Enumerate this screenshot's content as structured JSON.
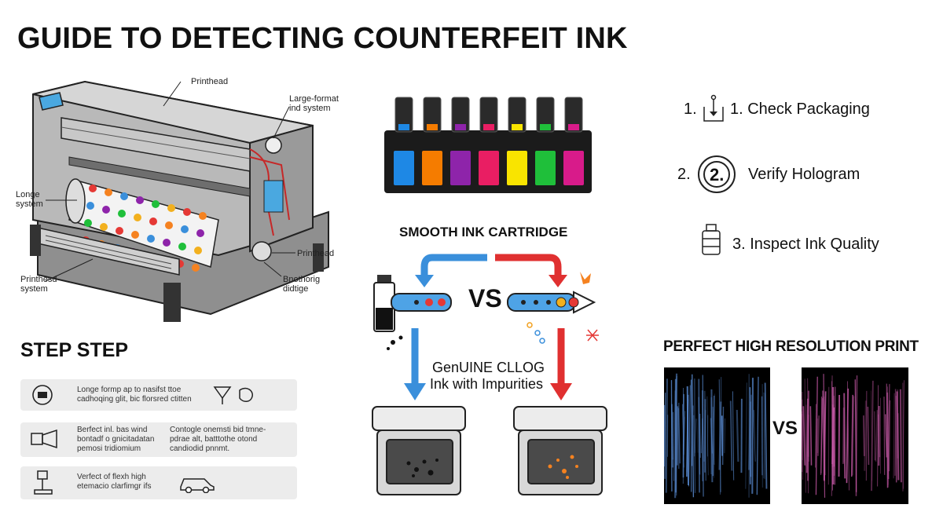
{
  "title": "GUIDE TO DETECTING COUNTERFEIT INK",
  "printer_labels": {
    "printhead_top": "Printhead",
    "large_format": "Large-format\nind system",
    "longe_system": "Longe\nsystem",
    "printhead_right": "Printhead",
    "printhead_system": "Printhesd\nsystem",
    "breathing": "Bnothorig\ndidtige"
  },
  "steps": {
    "title": "STEP STEP",
    "rows": [
      {
        "text_a": "Longe formp ap to nasifst ttoe\ncadhoqing glit, bic florsred ctitten",
        "text_b": "",
        "icon_a": "printer-badge-icon",
        "icon_b": "download-funnel-icon"
      },
      {
        "text_a": "Berfect inl. bas wind\nbontadf o gnicitadatan\npemosi tridiomium",
        "text_b": "Contogle onemsti bid tmne-\npdrae alt, batttothe otond\ncandiodid pnnmt.",
        "icon_a": "spray-nozzle-icon",
        "icon_b": ""
      },
      {
        "text_a": "Verfect of flexh high\netemacio clarfimgr ifs",
        "text_b": "",
        "icon_a": "desk-lamp-icon",
        "icon_b": "car-icon"
      }
    ]
  },
  "cartridge": {
    "colors": [
      "#1e88e5",
      "#f57c00",
      "#8e24aa",
      "#e91e63",
      "#f9e400",
      "#1fbf3a",
      "#d81b8a"
    ],
    "title": "SMOOTH INK CARTRIDGE",
    "vs": "VS",
    "middle_text_1": "GenUINE CLLOG",
    "middle_text_2": "Ink with Impurities"
  },
  "checklist": [
    {
      "number": "1.",
      "label": "1. Check Packaging",
      "icon": "package-arrow-icon"
    },
    {
      "number": "2.",
      "label": "Verify Hologram",
      "icon": "hologram-circle-icon"
    },
    {
      "number": "",
      "label": "3. Inspect Ink Quality",
      "icon": "ink-bottle-icon"
    }
  ],
  "print_compare": {
    "title": "PERFECT HIGH RESOLUTION PRINT",
    "vs": "VS",
    "left_color": "#5b8ed6",
    "right_color": "#c85aa8"
  }
}
